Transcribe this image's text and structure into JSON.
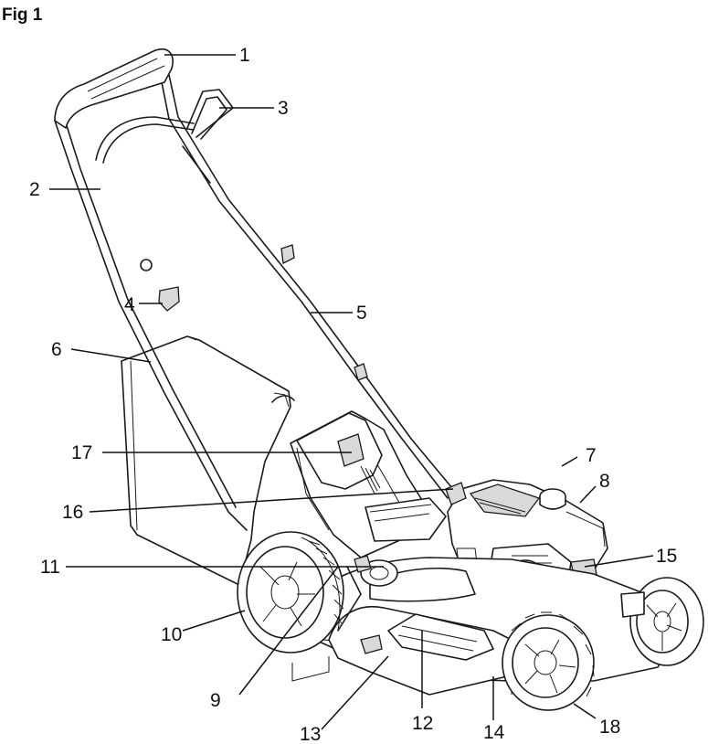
{
  "figure": {
    "title": "Fig 1",
    "callouts": [
      {
        "id": "1",
        "label": "1"
      },
      {
        "id": "2",
        "label": "2"
      },
      {
        "id": "3",
        "label": "3"
      },
      {
        "id": "4",
        "label": "4"
      },
      {
        "id": "5",
        "label": "5"
      },
      {
        "id": "6",
        "label": "6"
      },
      {
        "id": "7",
        "label": "7"
      },
      {
        "id": "8",
        "label": "8"
      },
      {
        "id": "9",
        "label": "9"
      },
      {
        "id": "10",
        "label": "10"
      },
      {
        "id": "11",
        "label": "11"
      },
      {
        "id": "12",
        "label": "12"
      },
      {
        "id": "13",
        "label": "13"
      },
      {
        "id": "14",
        "label": "14"
      },
      {
        "id": "15",
        "label": "15"
      },
      {
        "id": "16",
        "label": "16"
      },
      {
        "id": "17",
        "label": "17"
      },
      {
        "id": "18",
        "label": "18"
      }
    ]
  }
}
